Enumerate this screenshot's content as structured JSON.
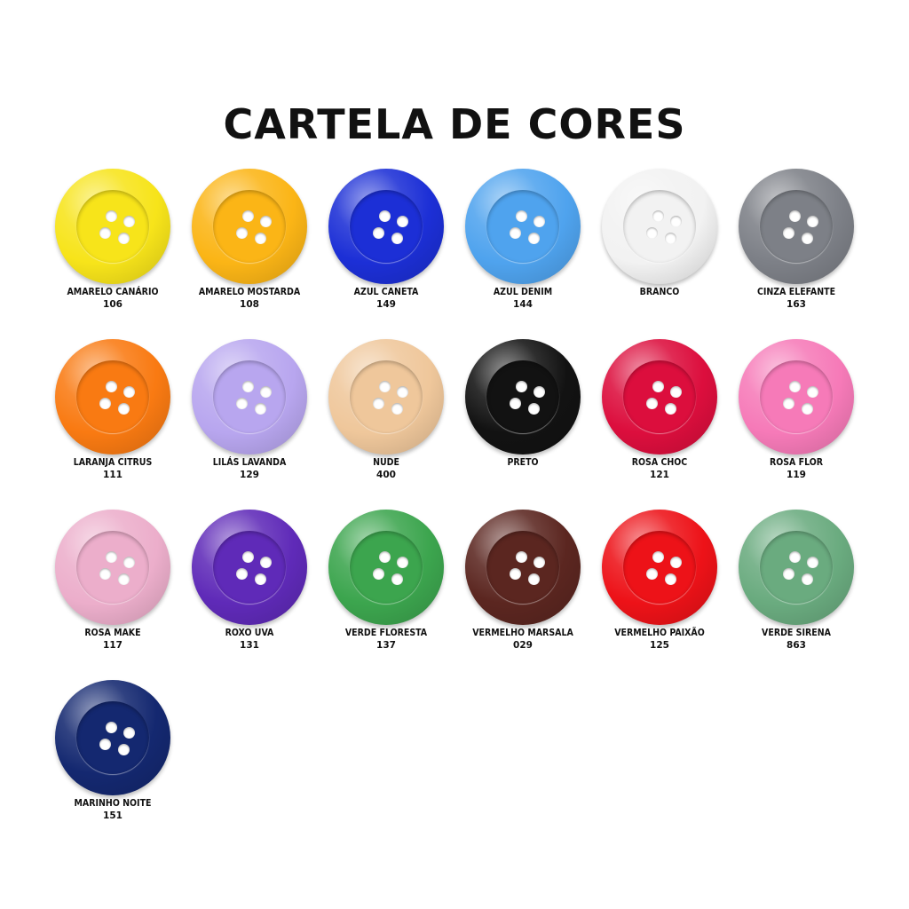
{
  "title": "CARTELA DE CORES",
  "swatches": [
    {
      "name": "AMARELO CANÁRIO",
      "code": "106",
      "color": "#f7e41a"
    },
    {
      "name": "AMARELO MOSTARDA",
      "code": "108",
      "color": "#fbb516"
    },
    {
      "name": "AZUL CANETA",
      "code": "149",
      "color": "#1c2fd6"
    },
    {
      "name": "AZUL DENIM",
      "code": "144",
      "color": "#4fa3ee"
    },
    {
      "name": "BRANCO",
      "code": "",
      "color": "#f2f2f2"
    },
    {
      "name": "CINZA ELEFANTE",
      "code": "163",
      "color": "#7d8087"
    },
    {
      "name": "LARANJA CITRUS",
      "code": "111",
      "color": "#f97a12"
    },
    {
      "name": "LILÁS LAVANDA",
      "code": "129",
      "color": "#b8a6ef"
    },
    {
      "name": "NUDE",
      "code": "400",
      "color": "#efc79b"
    },
    {
      "name": "PRETO",
      "code": "",
      "color": "#121212"
    },
    {
      "name": "ROSA CHOC",
      "code": "121",
      "color": "#dc0e3d"
    },
    {
      "name": "ROSA FLOR",
      "code": "119",
      "color": "#f67ab8"
    },
    {
      "name": "ROSA MAKE",
      "code": "117",
      "color": "#ecaecb"
    },
    {
      "name": "ROXO UVA",
      "code": "131",
      "color": "#5f2ab8"
    },
    {
      "name": "VERDE FLORESTA",
      "code": "137",
      "color": "#3ca54e"
    },
    {
      "name": "VERMELHO MARSALA",
      "code": "029",
      "color": "#5b2620"
    },
    {
      "name": "VERMELHO PAIXÃO",
      "code": "125",
      "color": "#ed1218"
    },
    {
      "name": "VERDE SIRENA",
      "code": "863",
      "color": "#6aab7f"
    },
    {
      "name": "MARINHO NOITE",
      "code": "151",
      "color": "#142870"
    }
  ]
}
